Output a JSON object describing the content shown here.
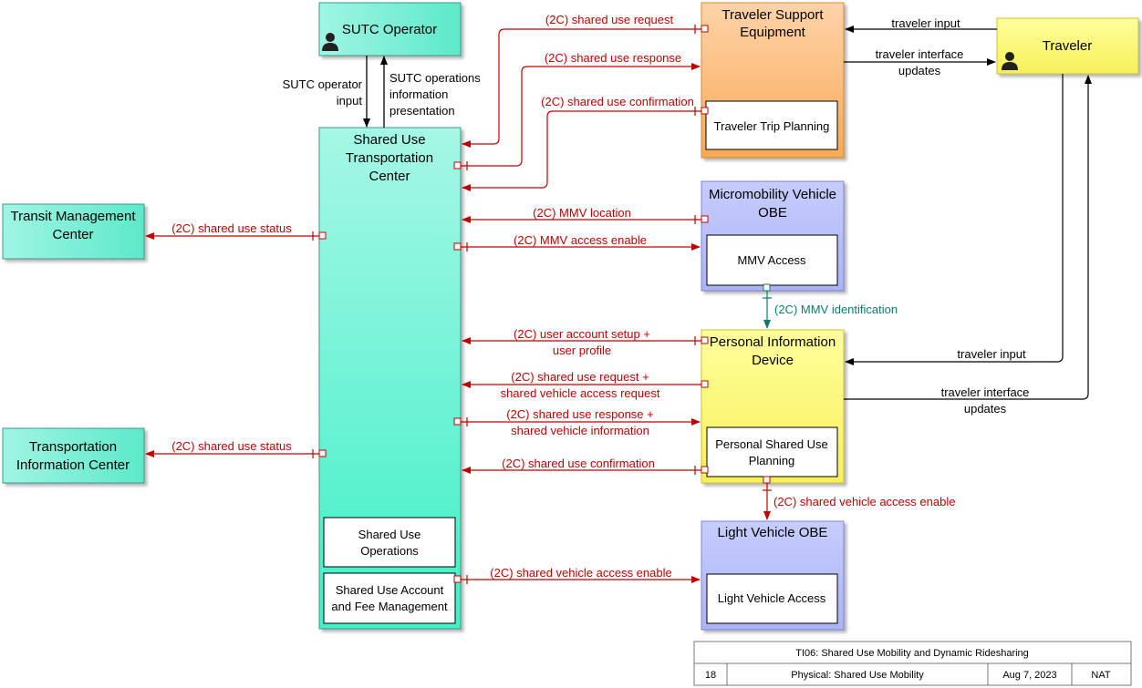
{
  "nodes": {
    "sutc_operator": "SUTC Operator",
    "traveler_support_equipment": [
      "Traveler Support",
      "Equipment"
    ],
    "traveler": "Traveler",
    "shared_use_transportation_center": [
      "Shared Use",
      "Transportation",
      "Center"
    ],
    "transit_management_center": [
      "Transit Management",
      "Center"
    ],
    "transportation_information_center": [
      "Transportation",
      "Information Center"
    ],
    "micromobility_vehicle_obe": [
      "Micromobility Vehicle",
      "OBE"
    ],
    "personal_information_device": [
      "Personal Information",
      "Device"
    ],
    "light_vehicle_obe": "Light Vehicle OBE"
  },
  "subsystems": {
    "traveler_trip_planning": "Traveler Trip Planning",
    "mmv_access": "MMV Access",
    "personal_shared_use_planning": [
      "Personal Shared Use",
      "Planning"
    ],
    "shared_use_operations": [
      "Shared Use",
      "Operations"
    ],
    "shared_use_account_fee": [
      "Shared Use Account",
      "and Fee Management"
    ],
    "light_vehicle_access": "Light Vehicle Access"
  },
  "flows": {
    "sutc_operator_input": [
      "SUTC operator",
      "input"
    ],
    "sutc_ops_info": [
      "SUTC operations",
      "information",
      "presentation"
    ],
    "shared_use_request": "(2C) shared use request",
    "shared_use_response": "(2C) shared use response",
    "shared_use_confirmation_tse": "(2C) shared use confirmation",
    "traveler_input_tse": "traveler input",
    "traveler_interface_updates_tse": [
      "traveler interface",
      "updates"
    ],
    "shared_use_status_tmc": "(2C) shared use status",
    "mmv_location": "(2C) MMV location",
    "mmv_access_enable": "(2C) MMV access enable",
    "mmv_identification": "(2C) MMV identification",
    "user_account_setup": [
      "(2C) user account setup +",
      "user profile"
    ],
    "shared_use_request_access": [
      "(2C) shared use request +",
      "shared vehicle access request"
    ],
    "shared_use_response_info": [
      "(2C) shared use response +",
      "shared vehicle information"
    ],
    "shared_use_confirmation_pid": "(2C) shared use confirmation",
    "shared_use_status_tic": "(2C) shared use status",
    "traveler_input_pid": "traveler input",
    "traveler_interface_updates_pid": [
      "traveler interface",
      "updates"
    ],
    "shared_vehicle_access_enable_pid": "(2C) shared vehicle access enable",
    "shared_vehicle_access_enable_sutc": "(2C) shared vehicle access enable"
  },
  "footer": {
    "title": "TI06: Shared Use Mobility and Dynamic Ridesharing",
    "page": "18",
    "view": "Physical: Shared Use Mobility",
    "date": "Aug 7, 2023",
    "org": "NAT"
  },
  "colors": {
    "center_teal": "#5ff0c8",
    "field_orange": "#fbbd74",
    "vehicle_blue": "#c6ccfa",
    "traveler_yellow": "#fdfd8a",
    "flow_red": "#c00000",
    "flow_teal": "#0f7a6a"
  }
}
